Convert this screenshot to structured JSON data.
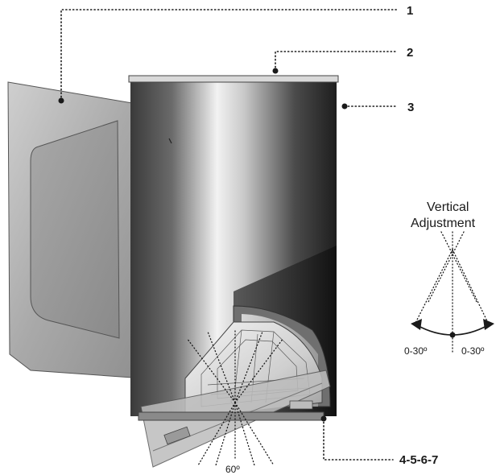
{
  "callouts": [
    {
      "id": "1",
      "label": "1"
    },
    {
      "id": "2",
      "label": "2"
    },
    {
      "id": "3",
      "label": "3"
    },
    {
      "id": "4",
      "label": "4-5-6-7"
    }
  ],
  "adjustment": {
    "title_line1": "Vertical",
    "title_line2": "Adjustment",
    "left_range": "0-30º",
    "right_range": "0-30º"
  },
  "beam": {
    "angle_label": "60º"
  },
  "colors": {
    "ink": "#1a1a1a",
    "metal_dark": "#2b2b2b",
    "metal_light": "#e6e6e6",
    "plate": "#b8b8b8"
  }
}
